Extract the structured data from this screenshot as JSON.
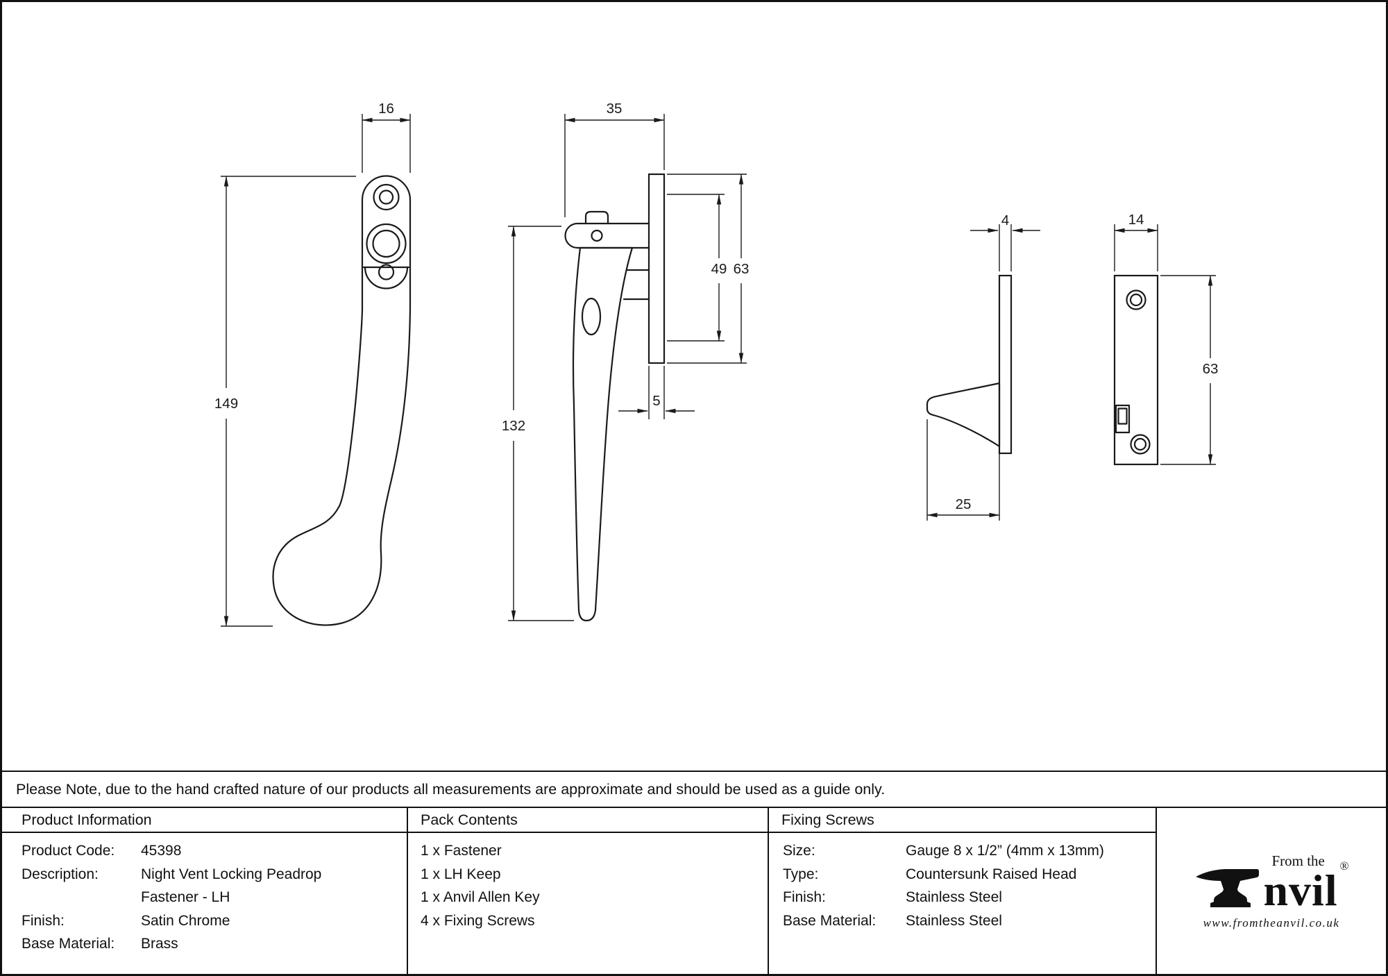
{
  "note": "Please Note, due to the hand crafted nature of our products all measurements are approximate and should be used as a guide only.",
  "table": {
    "product_information": {
      "header": "Product Information",
      "rows": [
        {
          "label": "Product Code:",
          "value": "45398"
        },
        {
          "label": "Description:",
          "value": "Night Vent Locking Peadrop"
        },
        {
          "label": "",
          "value": "Fastener - LH"
        },
        {
          "label": "Finish:",
          "value": "Satin Chrome"
        },
        {
          "label": "Base Material:",
          "value": "Brass"
        }
      ]
    },
    "pack_contents": {
      "header": "Pack Contents",
      "items": [
        "1 x Fastener",
        "1 x LH Keep",
        "1 x Anvil Allen Key",
        "4 x Fixing Screws"
      ]
    },
    "fixing_screws": {
      "header": "Fixing Screws",
      "rows": [
        {
          "label": "Size:",
          "value": "Gauge 8 x 1/2” (4mm x 13mm)"
        },
        {
          "label": "Type:",
          "value": "Countersunk Raised Head"
        },
        {
          "label": "Finish:",
          "value": "Stainless Steel"
        },
        {
          "label": "Base Material:",
          "value": "Stainless Steel"
        }
      ]
    }
  },
  "logo": {
    "from_the": "From the",
    "brand_suffix": "nvil",
    "registered": "®",
    "url": "www.fromtheanvil.co.uk"
  },
  "dims": {
    "front_width": "16",
    "front_height": "149",
    "side_width": "35",
    "keep_inner_height": "49",
    "keep_height": "63",
    "side_height": "132",
    "plate_thickness": "5",
    "keep_side_thickness": "4",
    "keep_side_depth": "25",
    "keep_front_width": "14",
    "keep_front_height": "63"
  },
  "colors": {
    "line": "#1a1a1a",
    "background": "#ffffff"
  }
}
